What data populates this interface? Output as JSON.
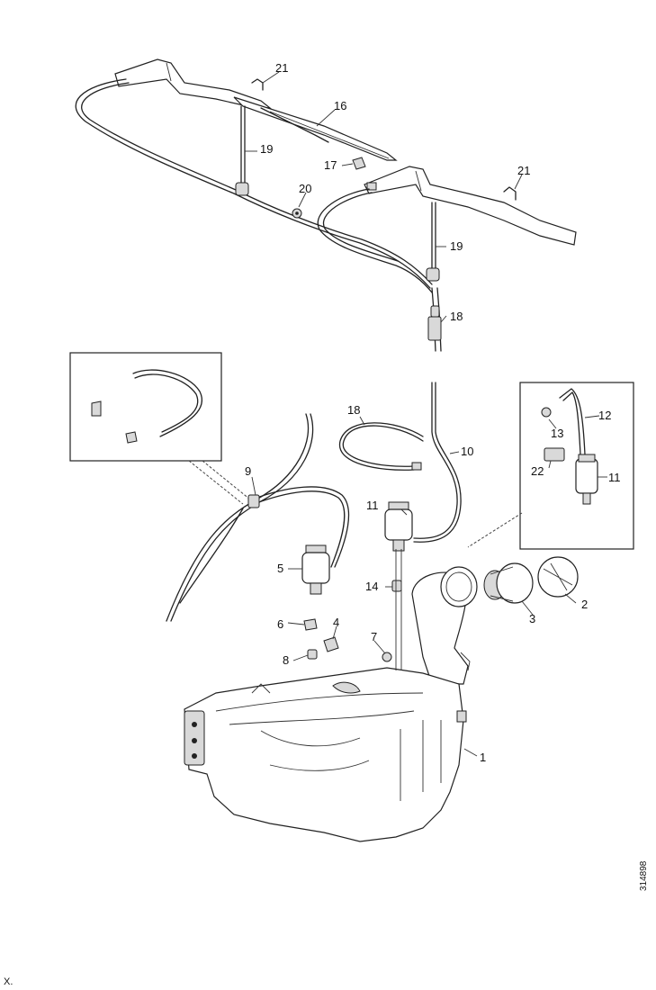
{
  "labels": {
    "n1": "1",
    "n2": "2",
    "n3": "3",
    "n4": "4",
    "n5": "5",
    "n6": "6",
    "n7": "7",
    "n8": "8",
    "n9": "9",
    "n10": "10",
    "n11a": "11",
    "n11b": "11",
    "n12": "12",
    "n13": "13",
    "n14": "14",
    "n16": "16",
    "n17": "17",
    "n18a": "18",
    "n18b": "18",
    "n19a": "19",
    "n19b": "19",
    "n20": "20",
    "n21a": "21",
    "n21b": "21",
    "n22": "22"
  },
  "reference_code": "314898",
  "corner_mark": "X."
}
